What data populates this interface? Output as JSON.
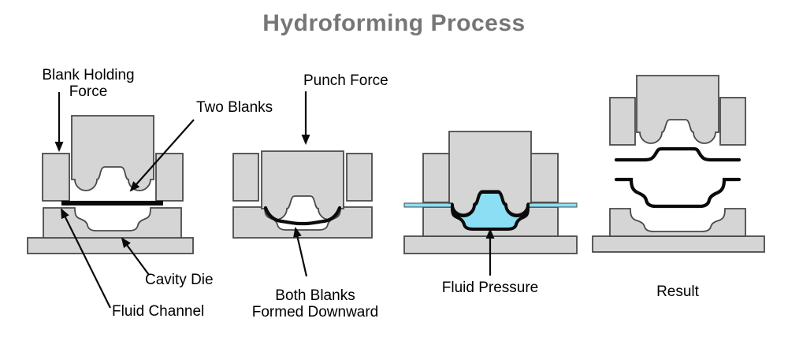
{
  "title": {
    "text": "Hydroforming Process"
  },
  "colors": {
    "background": "#ffffff",
    "die_fill": "#d5d5d5",
    "die_outline": "#4a4a4a",
    "blank": "#0a0a0a",
    "fluid": "#8bdef4",
    "label": "#000000",
    "title": "#767676"
  },
  "stages": {
    "stage1": {
      "labels": {
        "blank_holding_force_line1": "Blank Holding",
        "blank_holding_force_line2": "Force",
        "two_blanks": "Two Blanks",
        "cavity_die": "Cavity Die",
        "fluid_channel": "Fluid Channel"
      }
    },
    "stage2": {
      "labels": {
        "punch_force": "Punch Force",
        "both_blanks_line1": "Both Blanks",
        "both_blanks_line2": "Formed Downward"
      }
    },
    "stage3": {
      "labels": {
        "fluid_pressure": "Fluid Pressure"
      }
    },
    "stage4": {
      "labels": {
        "result": "Result"
      }
    }
  }
}
